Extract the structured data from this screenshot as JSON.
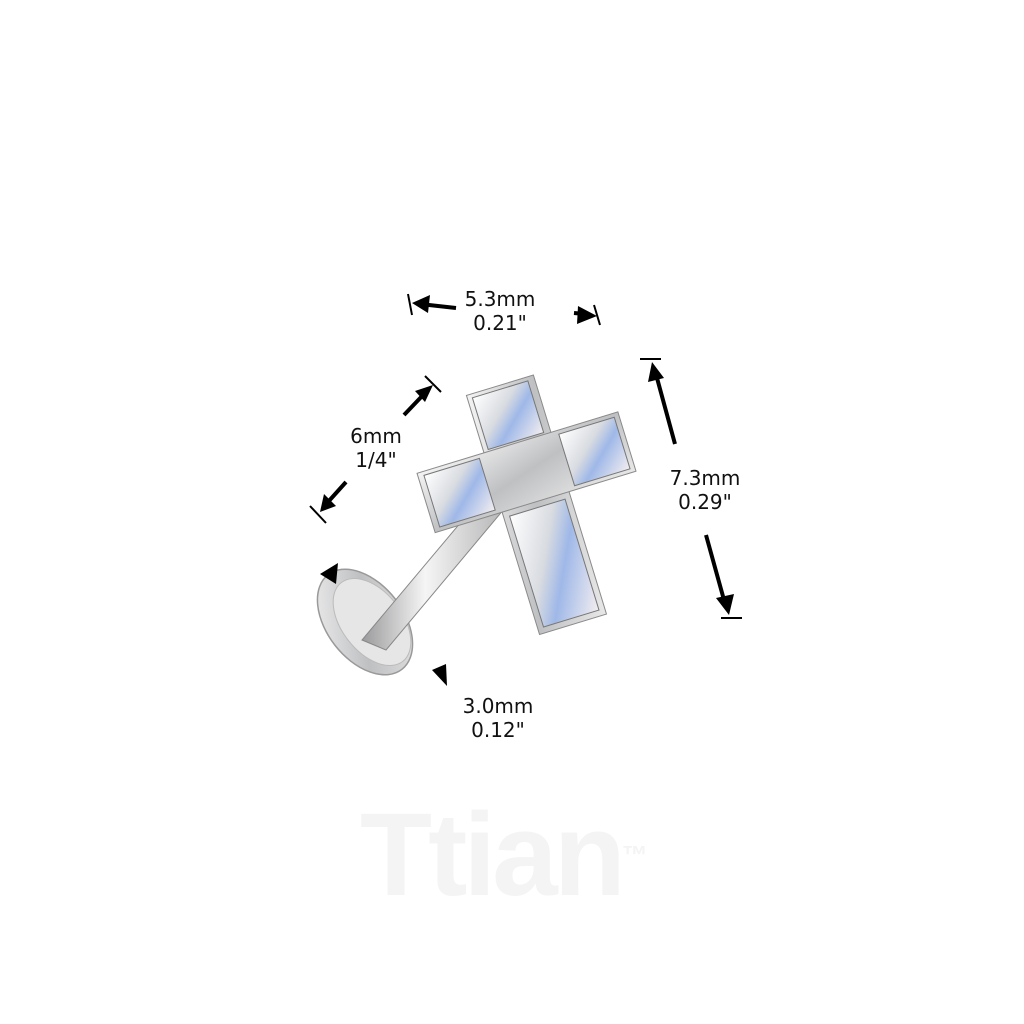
{
  "watermark": {
    "text": "Ttian",
    "mark": "™"
  },
  "dimensions": {
    "width": {
      "mm": "5.3mm",
      "inch": "0.21\""
    },
    "post_length": {
      "mm": "6mm",
      "inch": "1/4\""
    },
    "height": {
      "mm": "7.3mm",
      "inch": "0.29\""
    },
    "disc": {
      "mm": "3.0mm",
      "inch": "0.12\""
    }
  }
}
